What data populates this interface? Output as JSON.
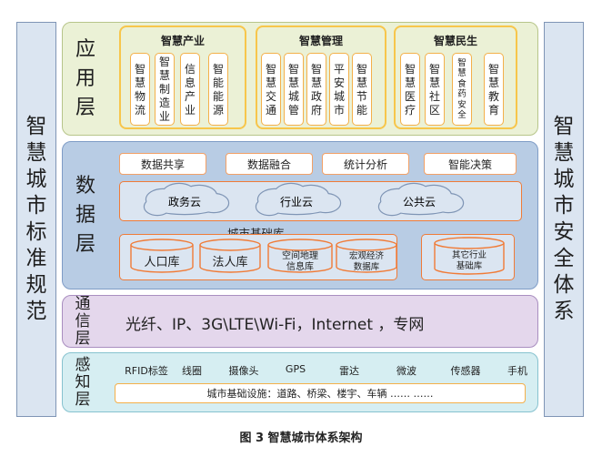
{
  "left_panel": {
    "chars": [
      "智",
      "慧",
      "城",
      "市",
      "标",
      "准",
      "规",
      "范"
    ]
  },
  "right_panel": {
    "chars": [
      "智",
      "慧",
      "城",
      "市",
      "安",
      "全",
      "体",
      "系"
    ]
  },
  "application_layer": {
    "label_chars": [
      "应",
      "用",
      "层"
    ],
    "groups": [
      {
        "title": "智慧产业",
        "items": [
          [
            "智",
            "慧",
            "物",
            "流"
          ],
          [
            "智",
            "慧",
            "制",
            "造",
            "业"
          ],
          [
            "信",
            "息",
            "产",
            "业"
          ],
          [
            "智",
            "能",
            "能",
            "源"
          ]
        ]
      },
      {
        "title": "智慧管理",
        "items": [
          [
            "智",
            "慧",
            "交",
            "通"
          ],
          [
            "智",
            "慧",
            "城",
            "管"
          ],
          [
            "智",
            "慧",
            "政",
            "府"
          ],
          [
            "平",
            "安",
            "城",
            "市"
          ],
          [
            "智",
            "慧",
            "节",
            "能"
          ]
        ]
      },
      {
        "title": "智慧民生",
        "items": [
          [
            "智",
            "慧",
            "医",
            "疗"
          ],
          [
            "智",
            "慧",
            "社",
            "区"
          ],
          [
            "智",
            "慧",
            "食",
            "药",
            "安",
            "全"
          ],
          [
            "智",
            "慧",
            "教",
            "育"
          ]
        ]
      }
    ]
  },
  "data_layer": {
    "label_chars": [
      "数",
      "据",
      "层"
    ],
    "functions": [
      "数据共享",
      "数据融合",
      "统计分析",
      "智能决策"
    ],
    "clouds": [
      "政务云",
      "行业云",
      "公共云"
    ],
    "base_db_title": "城市基础库",
    "databases": [
      "人口库",
      "法人库",
      "空间地理\n信息库",
      "宏观经济\n数据库"
    ],
    "other_db": "其它行业\n基础库"
  },
  "comm_layer": {
    "label_chars": [
      "通",
      "信",
      "层"
    ],
    "text": "光纤、IP、3G\\LTE\\Wi-Fi，Internet ，专网"
  },
  "sense_layer": {
    "label_chars": [
      "感",
      "知",
      "层"
    ],
    "devices": [
      "RFID标签",
      "线圈",
      "摄像头",
      "GPS",
      "雷达",
      "微波",
      "传感器",
      "手机"
    ],
    "infrastructure": "城市基础设施：道路、桥梁、楼宇、车辆 …… ……"
  },
  "caption": "图 3 智慧城市体系架构"
}
